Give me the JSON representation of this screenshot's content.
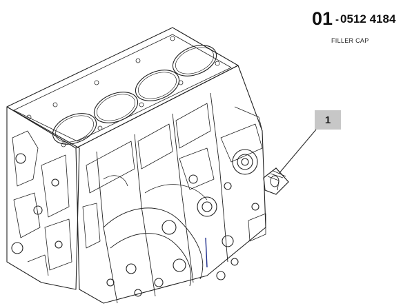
{
  "part": {
    "index": "01",
    "separator": "-",
    "number": "0512 4184",
    "description": "FILLER CAP"
  },
  "callouts": [
    {
      "label": "1"
    }
  ]
}
